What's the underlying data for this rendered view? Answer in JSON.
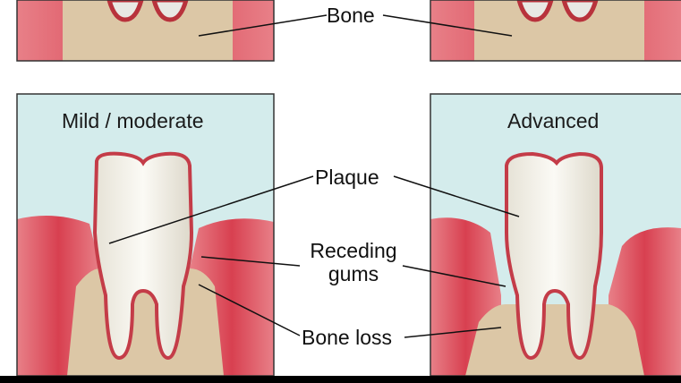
{
  "panels": {
    "mild_title": "Mild / moderate",
    "advanced_title": "Advanced"
  },
  "labels": {
    "bone": "Bone",
    "plaque": "Plaque",
    "receding_gums_line1": "Receding",
    "receding_gums_line2": "gums",
    "bone_loss": "Bone loss"
  },
  "colors": {
    "background_sky": "#d4ecec",
    "gum": "#d9505a",
    "bone": "#dcc7a6",
    "tooth": "#f4f1e8"
  }
}
